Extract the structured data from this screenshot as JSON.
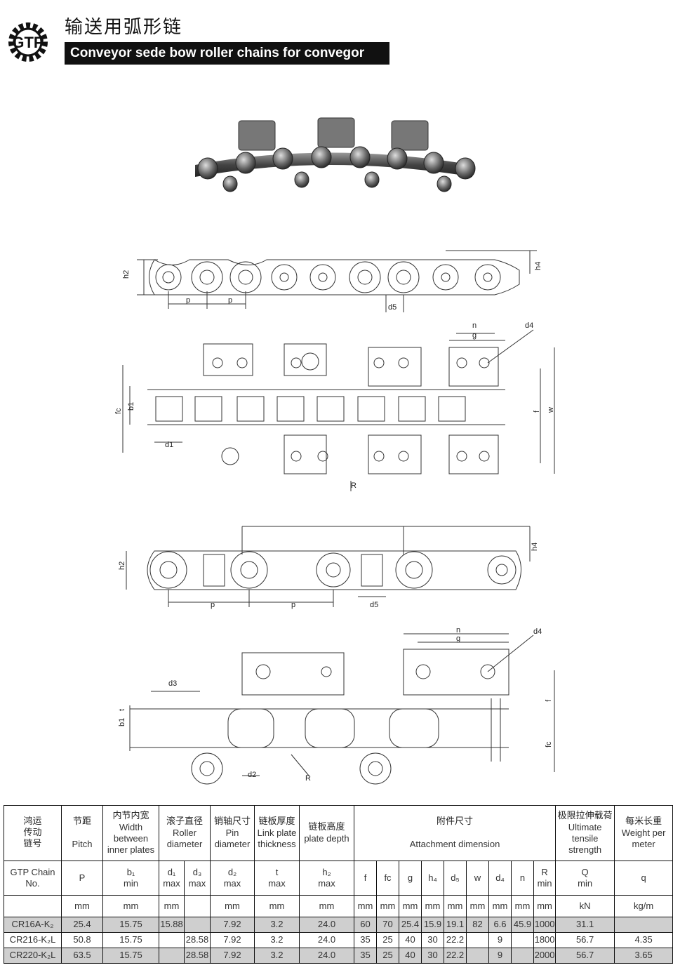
{
  "header": {
    "logo_text": "GTP",
    "title_cn": "输送用弧形链",
    "title_en": "Conveyor sede bow roller chains for convegor"
  },
  "drawing_labels": {
    "fig1": {
      "h2": "h2",
      "p1": "p",
      "p2": "p",
      "d5": "d5",
      "h4": "h4"
    },
    "fig2": {
      "n": "n",
      "g": "g",
      "d4": "d4",
      "fc": "fc",
      "b1": "b1",
      "d1": "d1",
      "R": "R",
      "f": "f",
      "w": "w"
    },
    "fig3": {
      "h2": "h2",
      "p1": "p",
      "p2": "p",
      "d5": "d5",
      "h4": "h4"
    },
    "fig4": {
      "n": "n",
      "g": "g",
      "d4": "d4",
      "d3": "d3",
      "t": "t",
      "b1": "b1",
      "d2": "d2",
      "R": "R",
      "f": "f",
      "fc": "fc"
    }
  },
  "table": {
    "head": {
      "chain_cn": "鸿运\n传动\n链号",
      "pitch_cn": "节距",
      "pitch_en": "Pitch",
      "width_cn": "内节内宽",
      "width_en": "Width between inner plates",
      "roller_cn": "滚子直径",
      "roller_en": "Roller diameter",
      "pin_cn": "销轴尺寸",
      "pin_en": "Pin diameter",
      "thick_cn": "链板厚度",
      "thick_en": "Link plate thickness",
      "depth_cn": "链板高度",
      "depth_en": "plate depth",
      "attach_cn": "附件尺寸",
      "attach_en": "Attachment dimension",
      "tensile_cn": "极限拉伸载荷",
      "tensile_en": "Ultimate tensile strength",
      "weight_cn": "每米长重",
      "weight_en": "Weight per meter",
      "chain_no": "GTP Chain No.",
      "sym_p": "P",
      "sym_b1": "b₁",
      "sym_b1_sub": "min",
      "sym_d1": "d₁",
      "sym_d1_sub": "max",
      "sym_d3": "d₃",
      "sym_d3_sub": "max",
      "sym_d2": "d₂",
      "sym_d2_sub": "max",
      "sym_t": "t",
      "sym_t_sub": "max",
      "sym_h2": "h₂",
      "sym_h2_sub": "max",
      "sym_f": "f",
      "sym_fc": "fc",
      "sym_g": "g",
      "sym_h4": "h₄",
      "sym_d5": "d₅",
      "sym_w": "w",
      "sym_d4": "d₄",
      "sym_n": "n",
      "sym_R": "R",
      "sym_R_sub": "min",
      "sym_Q": "Q",
      "sym_Q_sub": "min",
      "sym_q": "q",
      "unit_mm": "mm",
      "unit_kN": "kN",
      "unit_kgm": "kg/m"
    },
    "rows": [
      {
        "chain": "CR16A-K₂",
        "p": "25.4",
        "b1": "15.75",
        "d1": "15.88",
        "d3": "",
        "d2": "7.92",
        "t": "3.2",
        "h2": "24.0",
        "f": "60",
        "fc": "70",
        "g": "25.4",
        "h4": "15.9",
        "d5": "19.1",
        "w": "82",
        "d4": "6.6",
        "n": "45.9",
        "R": "1000",
        "Q": "31.1",
        "q": ""
      },
      {
        "chain": "CR216-K₂L",
        "p": "50.8",
        "b1": "15.75",
        "d1": "",
        "d3": "28.58",
        "d2": "7.92",
        "t": "3.2",
        "h2": "24.0",
        "f": "35",
        "fc": "25",
        "g": "40",
        "h4": "30",
        "d5": "22.2",
        "w": "",
        "d4": "9",
        "n": "",
        "R": "1800",
        "Q": "56.7",
        "q": "4.35"
      },
      {
        "chain": "CR220-K₂L",
        "p": "63.5",
        "b1": "15.75",
        "d1": "",
        "d3": "28.58",
        "d2": "7.92",
        "t": "3.2",
        "h2": "24.0",
        "f": "35",
        "fc": "25",
        "g": "40",
        "h4": "30",
        "d5": "22.2",
        "w": "",
        "d4": "9",
        "n": "",
        "R": "2000",
        "Q": "56.7",
        "q": "3.65"
      }
    ]
  }
}
